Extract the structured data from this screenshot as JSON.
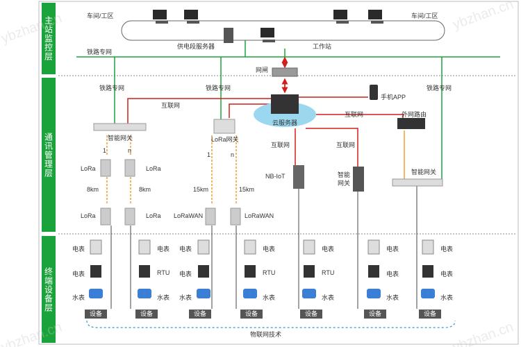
{
  "layers": {
    "top": "主站监控层",
    "middle": "通讯管理层",
    "bottom": "终端设备层"
  },
  "labels": {
    "workshop_left": "车间/工区",
    "workshop_right": "车间/工区",
    "power_server": "供电段服务器",
    "workstation": "工作站",
    "railway_net_1": "铁路专网",
    "railway_net_2": "铁路专网",
    "railway_net_3": "铁路专网",
    "railway_net_4": "铁路专网",
    "gateway_top": "网闸",
    "mobile_app": "手机APP",
    "internet_1": "互联网",
    "internet_2": "互联网",
    "internet_3": "互联网",
    "internet_4": "互联网",
    "cloud_server": "云服务器",
    "external_router": "外网路由",
    "smart_gateway_left": "智能网关",
    "lora_gateway": "LoRa网关",
    "nb_iot": "NB-IoT",
    "smart_gateway_mid": "智能",
    "smart_gateway_mid2": "网关",
    "smart_gateway_right": "智能网关",
    "n1": "1",
    "n2": "n",
    "n3": "1",
    "n4": "n",
    "lora_a": "LoRa",
    "lora_b": "LoRa",
    "lora_c": "LoRa",
    "lora_d": "LoRa",
    "dist_1": "8km",
    "dist_2": "8km",
    "dist_3": "15km",
    "dist_4": "15km",
    "lorawan_1": "LoRaWAN",
    "lorawan_2": "LoRaWAN",
    "iot_tech": "物联网技术"
  },
  "devices": {
    "meter": "电表",
    "rtu": "RTU",
    "water": "水表",
    "device": "设备"
  },
  "watermark": "ybzhan.cn",
  "colors": {
    "green": "#1aa33a",
    "red": "#d11e1e",
    "orange": "#f0a030",
    "blue_dash": "#3399cc"
  }
}
